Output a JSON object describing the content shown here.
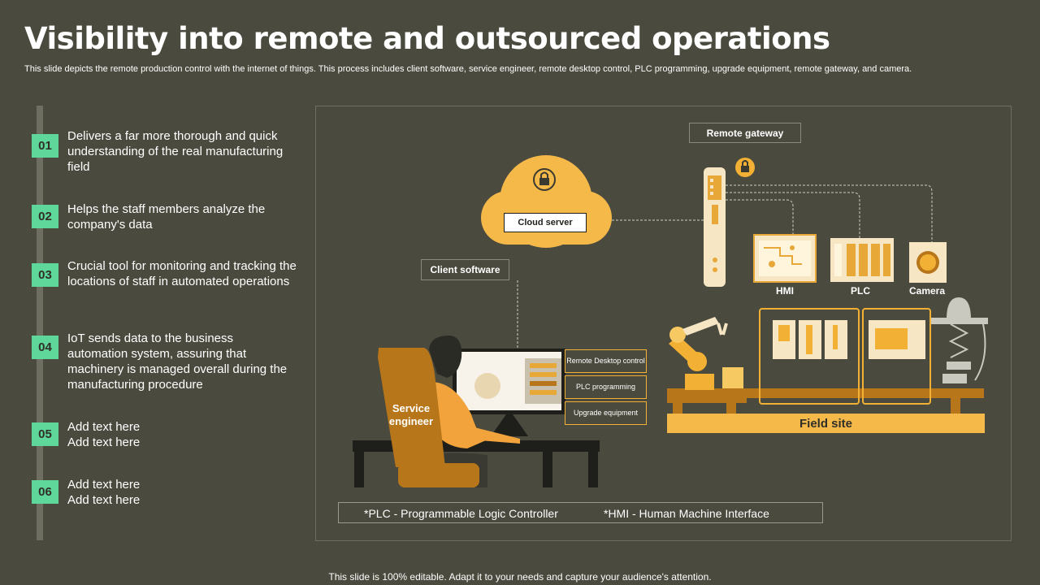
{
  "title": "Visibility into remote and outsourced operations",
  "subtitle": "This slide depicts the remote production control with the internet of things. This process includes client software, service engineer, remote desktop control, PLC programming, upgrade equipment, remote gateway, and camera.",
  "steps": [
    {
      "num": "01",
      "text": "Delivers a far more thorough and quick understanding of the real manufacturing field"
    },
    {
      "num": "02",
      "text": "Helps the staff members analyze the company's data"
    },
    {
      "num": "03",
      "text": "Crucial tool for monitoring and tracking the locations of staff in automated operations"
    },
    {
      "num": "04",
      "text": "IoT sends data to the business automation system, assuring that machinery is managed overall during the manufacturing procedure"
    },
    {
      "num": "05",
      "text": "Add text here Add text here"
    },
    {
      "num": "06",
      "text": "Add text here Add text here"
    }
  ],
  "diagram": {
    "remote_gateway": "Remote gateway",
    "cloud_server": "Cloud server",
    "client_software": "Client software",
    "hmi": "HMI",
    "plc": "PLC",
    "camera": "Camera",
    "remote_desktop": "Remote Desktop control",
    "plc_programming": "PLC programming",
    "upgrade_equipment": "Upgrade equipment",
    "service_engineer": "Service engineer",
    "field_site": "Field site"
  },
  "legend": {
    "plc": "*PLC - Programmable Logic Controller",
    "hmi": "*HMI - Human Machine Interface"
  },
  "footer": "This slide is 100% editable. Adapt it to your needs and capture your audience's attention.",
  "colors": {
    "background": "#4a4a3e",
    "accent_green": "#5fd69a",
    "accent_orange": "#f2b134",
    "dark_brown": "#b8761a"
  }
}
